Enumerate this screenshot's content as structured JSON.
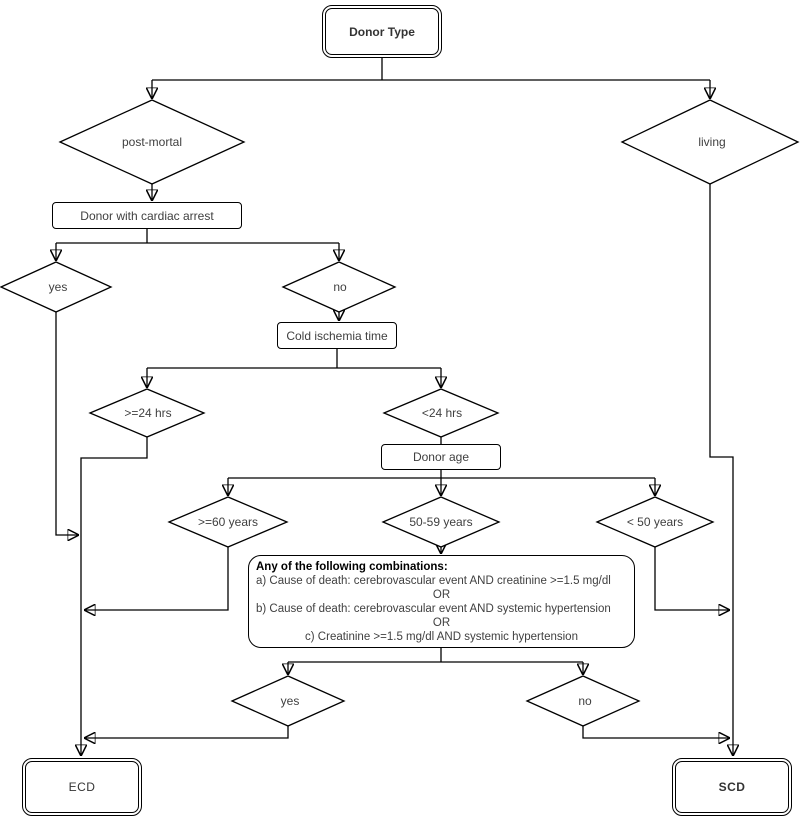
{
  "flowchart": {
    "nodes": {
      "donor_type": "Donor Type",
      "post_mortal": "post-mortal",
      "living": "living",
      "cardiac_arrest": "Donor with cardiac arrest",
      "yes_top": "yes",
      "no_top": "no",
      "cold_ischemia": "Cold ischemia time",
      "ge24hrs": ">=24 hrs",
      "lt24hrs": "<24 hrs",
      "donor_age": "Donor age",
      "ge60years": ">=60 years",
      "years_50_59": "50-59 years",
      "lt50years": "< 50 years",
      "yes_bottom": "yes",
      "no_bottom": "no",
      "ecd": "ECD",
      "scd": "SCD"
    },
    "combinations": {
      "heading": "Any of the following combinations:",
      "option_a": "a) Cause of death: cerebrovascular event AND creatinine >=1.5 mg/dl",
      "or_1": "OR",
      "option_b": "b) Cause of death: cerebrovascular event AND systemic hypertension",
      "or_2": "OR",
      "option_c": "c) Creatinine >=1.5 mg/dl AND systemic hypertension"
    },
    "colors": {
      "line": "#000000",
      "text": "#404040",
      "node_fill": "#ffffff",
      "background": "#ffffff"
    }
  }
}
